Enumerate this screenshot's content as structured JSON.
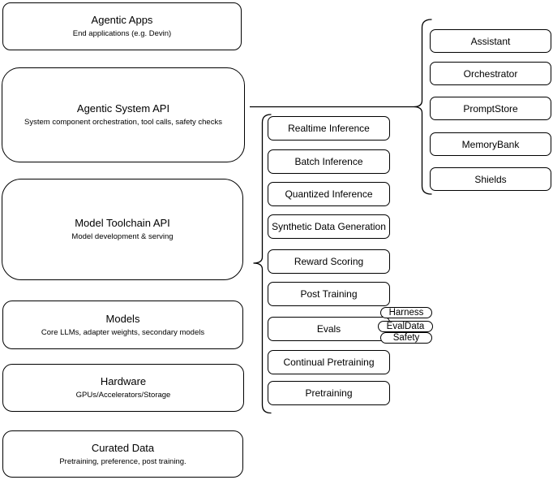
{
  "diagram": {
    "left_stack": [
      {
        "title": "Agentic Apps",
        "subtitle": "End applications (e.g. Devin)"
      },
      {
        "title": "Agentic System API",
        "subtitle": "System component orchestration, tool calls, safety checks"
      },
      {
        "title": "Model Toolchain API",
        "subtitle": "Model development & serving"
      },
      {
        "title": "Models",
        "subtitle": "Core LLMs, adapter weights, secondary models"
      },
      {
        "title": "Hardware",
        "subtitle": "GPUs/Accelerators/Storage"
      },
      {
        "title": "Curated Data",
        "subtitle": "Pretraining, preference, post training."
      }
    ],
    "toolchain_items": [
      "Realtime Inference",
      "Batch Inference",
      "Quantized Inference",
      "Synthetic Data Generation",
      "Reward Scoring",
      "Post Training",
      "Evals",
      "Continual Pretraining",
      "Pretraining"
    ],
    "eval_tags": [
      "Harness",
      "EvalData",
      "Safety"
    ],
    "system_components": [
      "Assistant",
      "Orchestrator",
      "PromptStore",
      "MemoryBank",
      "Shields"
    ],
    "colors": {
      "stroke": "#000000",
      "fill": "#ffffff",
      "text": "#000000"
    }
  }
}
